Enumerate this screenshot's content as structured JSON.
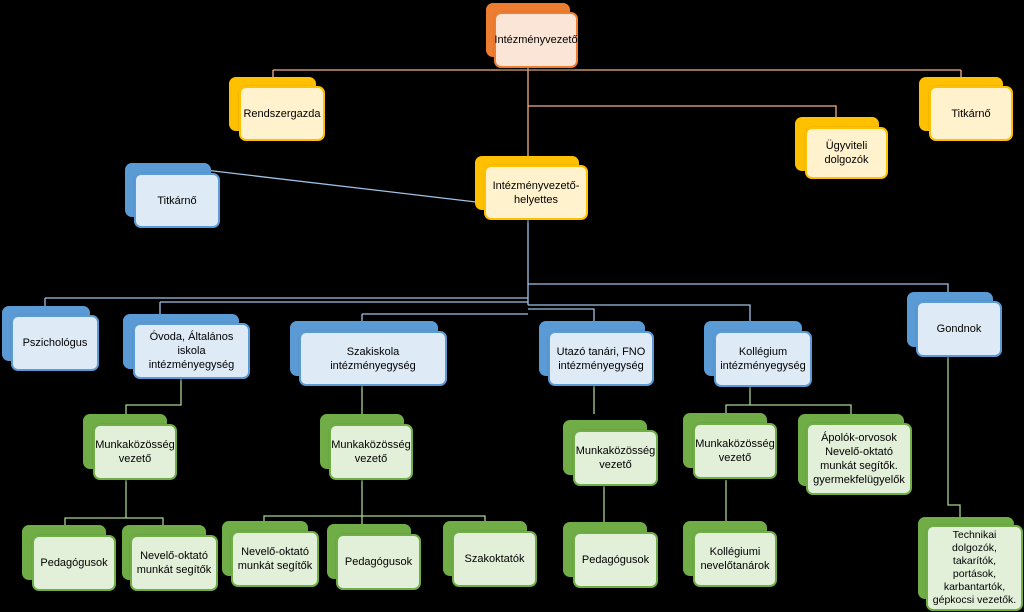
{
  "colors": {
    "orange": "#ED7D31",
    "yellow": "#FFC000",
    "blue": "#5B9BD5",
    "green": "#70AD47"
  },
  "nodes": {
    "director": "Intézményvezető",
    "sysadmin": "Rendszergazda",
    "secretary_top": "Titkárnő",
    "admin_staff": "Ügyviteli\ndolgozók",
    "deputy": "Intézményvezető-\nhelyettes",
    "secretary_deputy": "Titkárnő",
    "psychologist": "Pszichológus",
    "unit_kindergarten": "Óvoda, Általános iskola\nintézményegység",
    "unit_vocational": "Szakiskola intézményegység",
    "unit_itinerant": "Utazó tanári, FNO\nintézményegység",
    "unit_dormitory": "Kollégium\nintézményegység",
    "caretaker": "Gondnok",
    "wc_lead_1": "Munkaközösség\nvezető",
    "wc_lead_2": "Munkaközösség\nvezető",
    "wc_lead_3": "Munkaközösség\nvezető",
    "wc_lead_4": "Munkaközösség\nvezető",
    "nurses": "Ápolók-orvosok\nNevelő-oktató\nmunkát segítők.\ngyermekfelügyelők",
    "teachers_1": "Pedagógusok",
    "assistants_1": "Nevelő-oktató\nmunkát segítők",
    "assistants_2": "Nevelő-oktató\nmunkát segítők",
    "teachers_2": "Pedagógusok",
    "vocational_teachers": "Szakoktatók",
    "teachers_3": "Pedagógusok",
    "dorm_teachers": "Kollégiumi\nnevelőtanárok",
    "technical_staff": "Technikai\ndolgozók,\ntakarítók,\nportások,\nkarbantartók,\ngépkocsi vezetők."
  }
}
